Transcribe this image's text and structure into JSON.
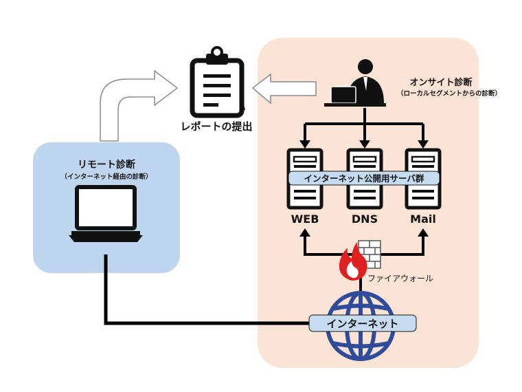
{
  "remote": {
    "title": "リモート診断",
    "subtitle": "（インターネット経由の診断）"
  },
  "onsite": {
    "title": "オンサイト診断",
    "subtitle": "（ローカルセグメントからの診断）"
  },
  "report": {
    "label": "レポートの提出"
  },
  "servers": {
    "group_label": "インターネット公開用サーバ群",
    "items": [
      "WEB",
      "DNS",
      "Mail"
    ]
  },
  "firewall": {
    "label": "ファイアウォール"
  },
  "internet": {
    "label": "インターネット"
  },
  "colors": {
    "remote_panel": "#bdd6ee",
    "onsite_panel": "#fbe4d5",
    "label_box": "#c5dbf0",
    "globe": "#2e4c9a",
    "flame": "#e02020",
    "line": "#000000"
  }
}
